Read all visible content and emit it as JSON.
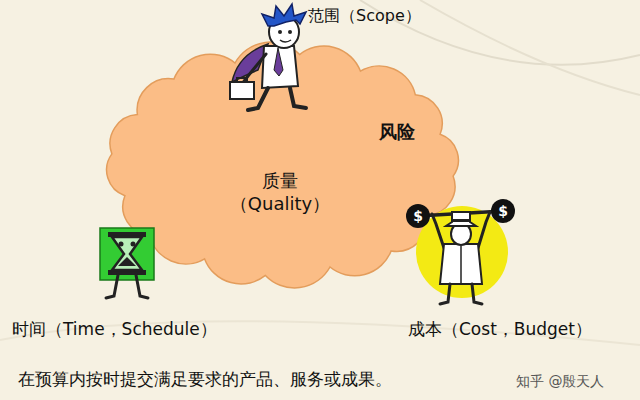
{
  "diagram": {
    "caption": "在预算内按时提交满足要求的产品、服务或成果。",
    "nodes": [
      {
        "text": [
          "风险"
        ]
      },
      {
        "text": [
          "质量 （Quality）"
        ],
        "in": 0
      }
    ],
    "labels": [
      "范围（Scope）",
      "时间（Time，Schedule）",
      "成本（Cost，Budget）",
      "$",
      "$",
      "知乎 @殷天人"
    ]
  }
}
